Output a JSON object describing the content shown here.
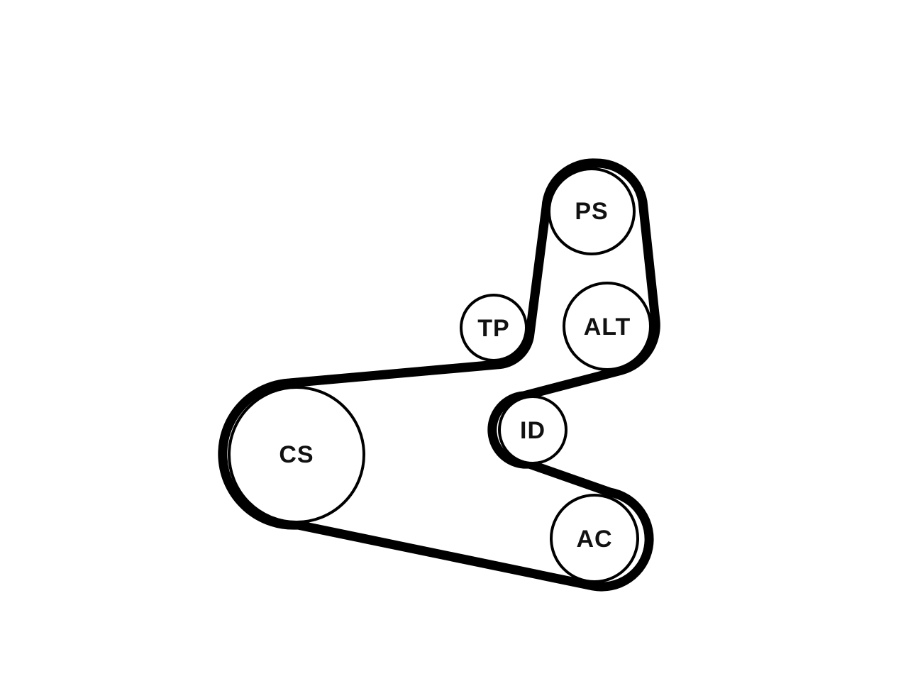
{
  "diagram": {
    "pulleys": {
      "cs": {
        "label": "CS"
      },
      "tp": {
        "label": "TP"
      },
      "ps": {
        "label": "PS"
      },
      "alt": {
        "label": "ALT"
      },
      "id": {
        "label": "ID"
      },
      "ac": {
        "label": "AC"
      }
    }
  }
}
